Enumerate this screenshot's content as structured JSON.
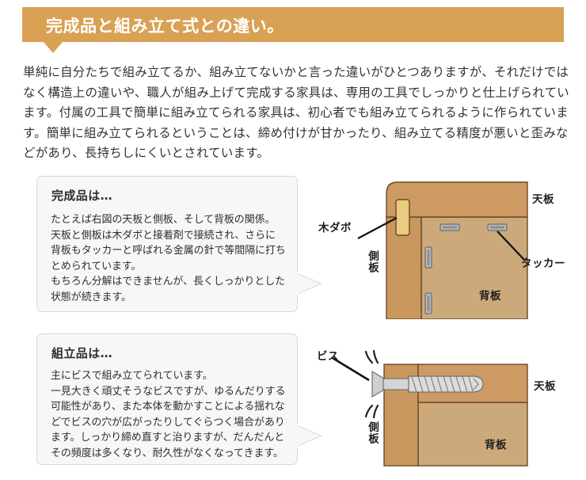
{
  "header": {
    "title": "完成品と組み立て式との違い。",
    "bg_color": "#d9a154",
    "text_color": "#ffffff"
  },
  "intro": {
    "paragraph": "単純に自分たちで組み立てるか、組み立てないかと言った違いがひとつありますが、それだけではなく構造上の違いや、職人が組み上げて完成する家具は、専用の工具でしっかりと仕上げられています。付属の工具で簡単に組み立てられる家具は、初心者でも組み立てられるように作られています。簡単に組み立てられるということは、締め付けが甘かったり、組み立てる精度が悪いと歪みなどがあり、長持ちしにくいとされています。"
  },
  "bubbles": [
    {
      "id": "finished",
      "title": "完成品は…",
      "body": "たとえば右図の天板と側板、そして背板の関係。\n天板と側板は木ダボと接着剤で接続され、さらに\n背板もタッカーと呼ばれる金属の針で等間隔に打ち\nとめられています。\nもちろん分解はできませんが、長くしっかりとした\n状態が続きます。"
    },
    {
      "id": "assembly",
      "title": "組立品は…",
      "body": "主にビスで組み立てられています。\n一見大きく頑丈そうなビスですが、ゆるんだりする\n可能性があり、また本体を動かすことによる揺れな\nどでビスの穴が広がったりしてぐらつく場合があり\nます。しっかり締め直すと治りますが、だんだんと\nその頻度は多くなり、耐久性がなくなってきます。"
    }
  ],
  "diagrams": {
    "finished": {
      "labels": {
        "dowel": "木ダボ",
        "stapler": "タッカー",
        "top_panel": "天板",
        "side_panel": "側板",
        "back_panel": "背板"
      }
    },
    "assembly": {
      "labels": {
        "screw": "ビス",
        "top_panel": "天板",
        "side_panel": "側板",
        "back_panel": "背板"
      }
    }
  },
  "colors": {
    "top_panel": "#cd9a63",
    "side_panel": "#c9985f",
    "back_panel": "#cba97a",
    "dowel": "#e9cb80",
    "outline": "#6b4a22",
    "staple_fill": "#b8b8b8",
    "staple_edge": "#6e6e6e",
    "screw_body": "#cfcfcf",
    "bubble_bg": "#f7f7f7",
    "bubble_border": "#d8d8d8"
  }
}
